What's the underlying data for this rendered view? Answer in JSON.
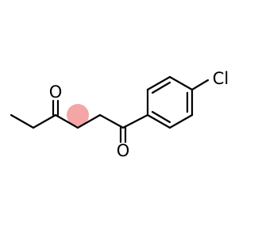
{
  "molecule": {
    "atoms": {
      "oxygen_ketone_4": "O",
      "oxygen_ketone_1": "O",
      "chlorine": "Cl"
    },
    "colors": {
      "bond": "#000000",
      "highlight_ch2": "#f4a6a6",
      "background": "#ffffff"
    }
  }
}
